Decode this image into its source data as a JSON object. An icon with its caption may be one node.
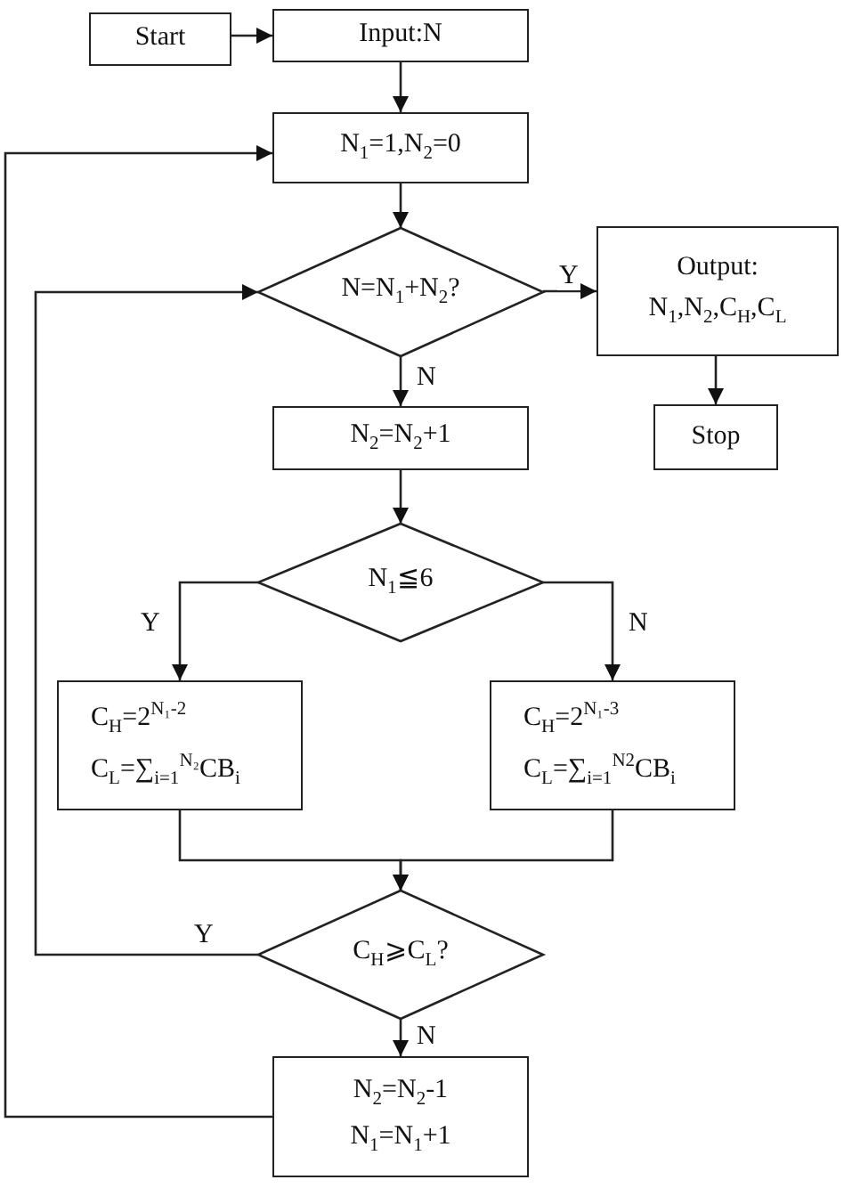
{
  "diagram": {
    "nodes": [
      {
        "text": [
          "Start"
        ]
      },
      {
        "text": [
          "Input:N"
        ]
      },
      {
        "text": [
          "N$_{1}$=1,N$_{2}$=0"
        ]
      },
      {
        "text": [
          "N=N$_{1}$+N$_{2}$?"
        ]
      },
      {
        "text": [
          "Output:",
          "N$_{1}$,N$_{2}$,C$_{H}$,C$_{L}$"
        ]
      },
      {
        "text": [
          "Stop"
        ]
      },
      {
        "text": [
          "N$_{2}$=N$_{2}$+1"
        ]
      },
      {
        "text": [
          "N$_{1}$≦6"
        ]
      },
      {
        "text": [
          "C$_{H}$=2$^{N₁-2}$",
          "C$_{L}$=∑$_{i=1}$$^{N₂}$CB$_{i}$"
        ]
      },
      {
        "text": [
          "C$_{H}$=2$^{N₁-3}$",
          "C$_{L}$=∑$_{i=1}$$^{N2}$CB$_{i}$"
        ]
      },
      {
        "text": [
          "C$_{H}$⩾C$_{L}$?"
        ]
      },
      {
        "text": [
          "N$_{2}$=N$_{2}$-1",
          "N$_{1}$=N$_{1}$+1"
        ]
      }
    ],
    "edges": [
      {
        "from": 0,
        "to": 1,
        "arrow": "to"
      },
      {
        "from": 1,
        "to": 2,
        "arrow": "to"
      },
      {
        "from": 2,
        "to": 3,
        "arrow": "to"
      },
      {
        "from": 3,
        "to": 4,
        "arrow": "to",
        "label": "Y"
      },
      {
        "from": 4,
        "to": 5,
        "arrow": "to"
      },
      {
        "from": 3,
        "to": 6,
        "arrow": "to",
        "label": "N"
      },
      {
        "from": 6,
        "to": 7,
        "arrow": "to"
      },
      {
        "from": 7,
        "to": 8,
        "arrow": "to",
        "label": "Y"
      },
      {
        "from": 7,
        "to": 9,
        "arrow": "to",
        "label": "N"
      },
      {
        "from": 8,
        "to": 10,
        "arrow": "to"
      },
      {
        "from": 9,
        "to": 10,
        "arrow": "to"
      },
      {
        "from": 10,
        "to": 11,
        "arrow": "to",
        "label": "N"
      },
      {
        "from": 10,
        "to": 3,
        "arrow": "to",
        "label": "Y"
      },
      {
        "from": 11,
        "to": 2,
        "arrow": "to"
      }
    ]
  }
}
